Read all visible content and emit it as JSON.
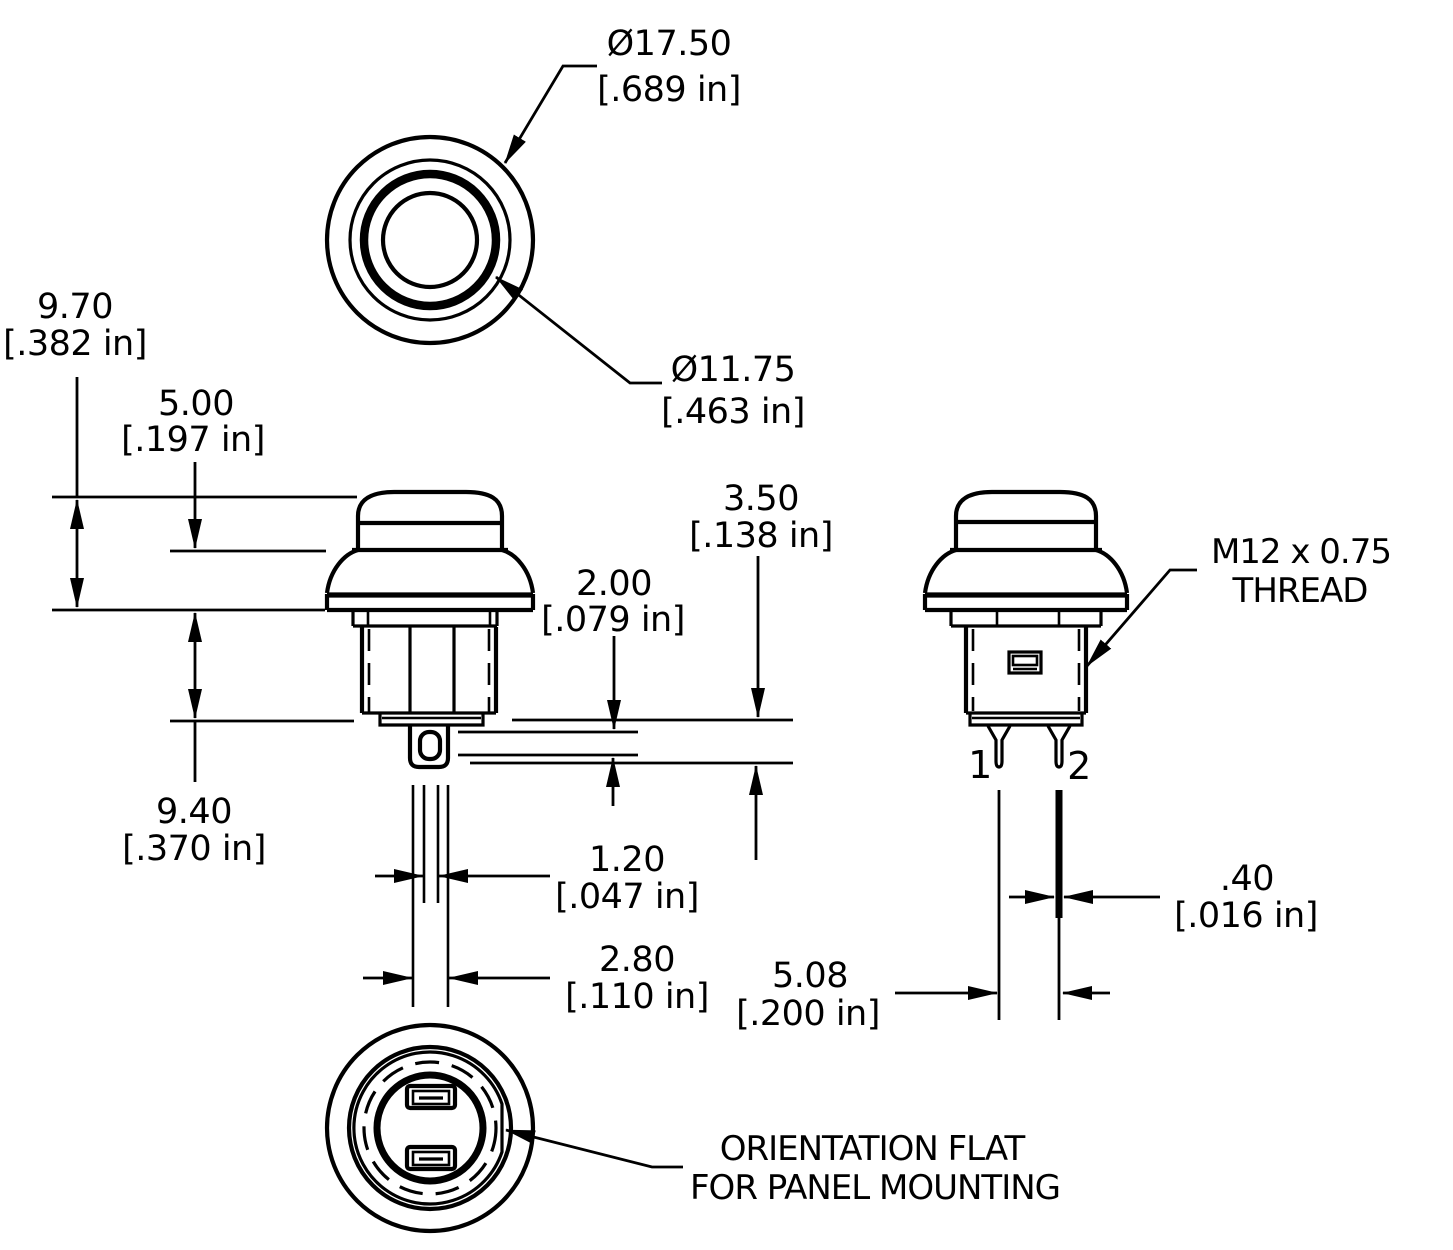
{
  "dims": {
    "outer_dia": {
      "mm": "Ø17.50",
      "in": "[.689 in]"
    },
    "button_dia": {
      "mm": "Ø11.75",
      "in": "[.463 in]"
    },
    "total_height": {
      "mm": "9.70",
      "in": "[.382 in]"
    },
    "cap_height": {
      "mm": "5.00",
      "in": "[.197 in]"
    },
    "terminal_length": {
      "mm": "3.50",
      "in": "[.138 in]"
    },
    "terminal_slot": {
      "mm": "2.00",
      "in": "[.079 in]"
    },
    "body_depth": {
      "mm": "9.40",
      "in": "[.370 in]"
    },
    "slot_width": {
      "mm": "1.20",
      "in": "[.047 in]"
    },
    "terminal_width": {
      "mm": "2.80",
      "in": "[.110 in]"
    },
    "pin_spacing": {
      "mm": "5.08",
      "in": "[.200 in]"
    },
    "pin_thickness": {
      "mm": ".40",
      "in": "[.016 in]"
    }
  },
  "callouts": {
    "thread": {
      "line1": "M12 x 0.75",
      "line2": "THREAD"
    },
    "orientation_flat": {
      "line1": "ORIENTATION FLAT",
      "line2": "FOR PANEL MOUNTING"
    }
  },
  "terminals": {
    "pin1": "1",
    "pin2": "2"
  },
  "colors": {
    "line": "#000000",
    "background": "#ffffff"
  }
}
